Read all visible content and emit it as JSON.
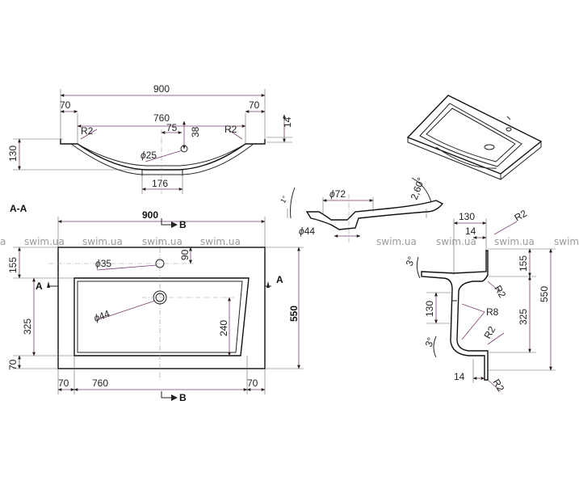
{
  "watermark": "swim.ua",
  "watermark_left": "a",
  "section_title": "A-A",
  "top_view": {
    "overall": "900",
    "left_margin": "70",
    "right_margin": "70",
    "bowl": "760",
    "offset": "75",
    "radius_left": "R2",
    "radius_right": "R2",
    "depth": "38",
    "hole_dia": "25",
    "side_height": "14",
    "height": "130",
    "drain": "176"
  },
  "detail_view": {
    "drain_dia": "72",
    "outlet_dia": "44",
    "angle_left": "1°",
    "angle_right": "2,60°"
  },
  "plan_view": {
    "overall": "900",
    "marker_b": "B",
    "marker_a": "A",
    "tap_hole": "35",
    "tap_offset": "90",
    "drain_hole": "44",
    "drain_offset": "240",
    "back_margin": "155",
    "bowl_depth": "325",
    "front_margin": "70",
    "total_depth": "550",
    "left_margin": "70",
    "bowl_width": "760",
    "right_margin": "70"
  },
  "side_section": {
    "width": "130",
    "lip": "14",
    "radius_top": "R2",
    "back": "155",
    "radius_inner": "R2",
    "angle_top": "3°",
    "height": "130",
    "radius_bowl": "R8",
    "bowl": "325",
    "total": "550",
    "radius_lower": "R2",
    "angle_bottom": "3°",
    "bottom_lip": "14",
    "radius_bottom": "R2"
  }
}
